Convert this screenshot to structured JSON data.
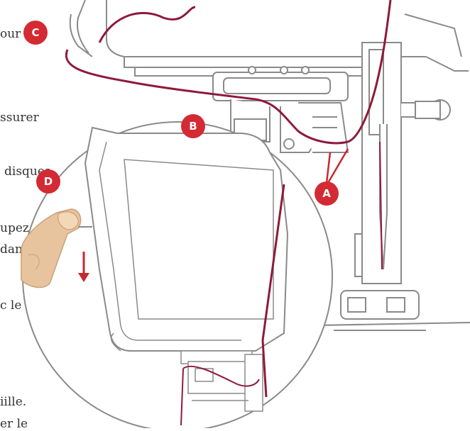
{
  "text_fragments": [
    {
      "id": "l1",
      "text": "our"
    },
    {
      "id": "l2",
      "text": "ssurer"
    },
    {
      "id": "l3",
      "text": "disques"
    },
    {
      "id": "l4",
      "text": "upez"
    },
    {
      "id": "l5",
      "text": "dans  le"
    },
    {
      "id": "l6",
      "text": "c  le"
    },
    {
      "id": "l7",
      "text": "iille."
    },
    {
      "id": "l8",
      "text": "er  le"
    }
  ],
  "callouts": {
    "a": {
      "label": "A"
    },
    "b": {
      "label": "B"
    },
    "c": {
      "label": "C"
    },
    "d": {
      "label": "D"
    }
  },
  "colors": {
    "thread": "#8e1a3b",
    "badge": "#d42a33",
    "outline": "#8a8a8a",
    "finger": "#e8c49e",
    "arrow": "#c7282f"
  },
  "icons": {
    "press_arrow": "down-arrow-icon"
  }
}
